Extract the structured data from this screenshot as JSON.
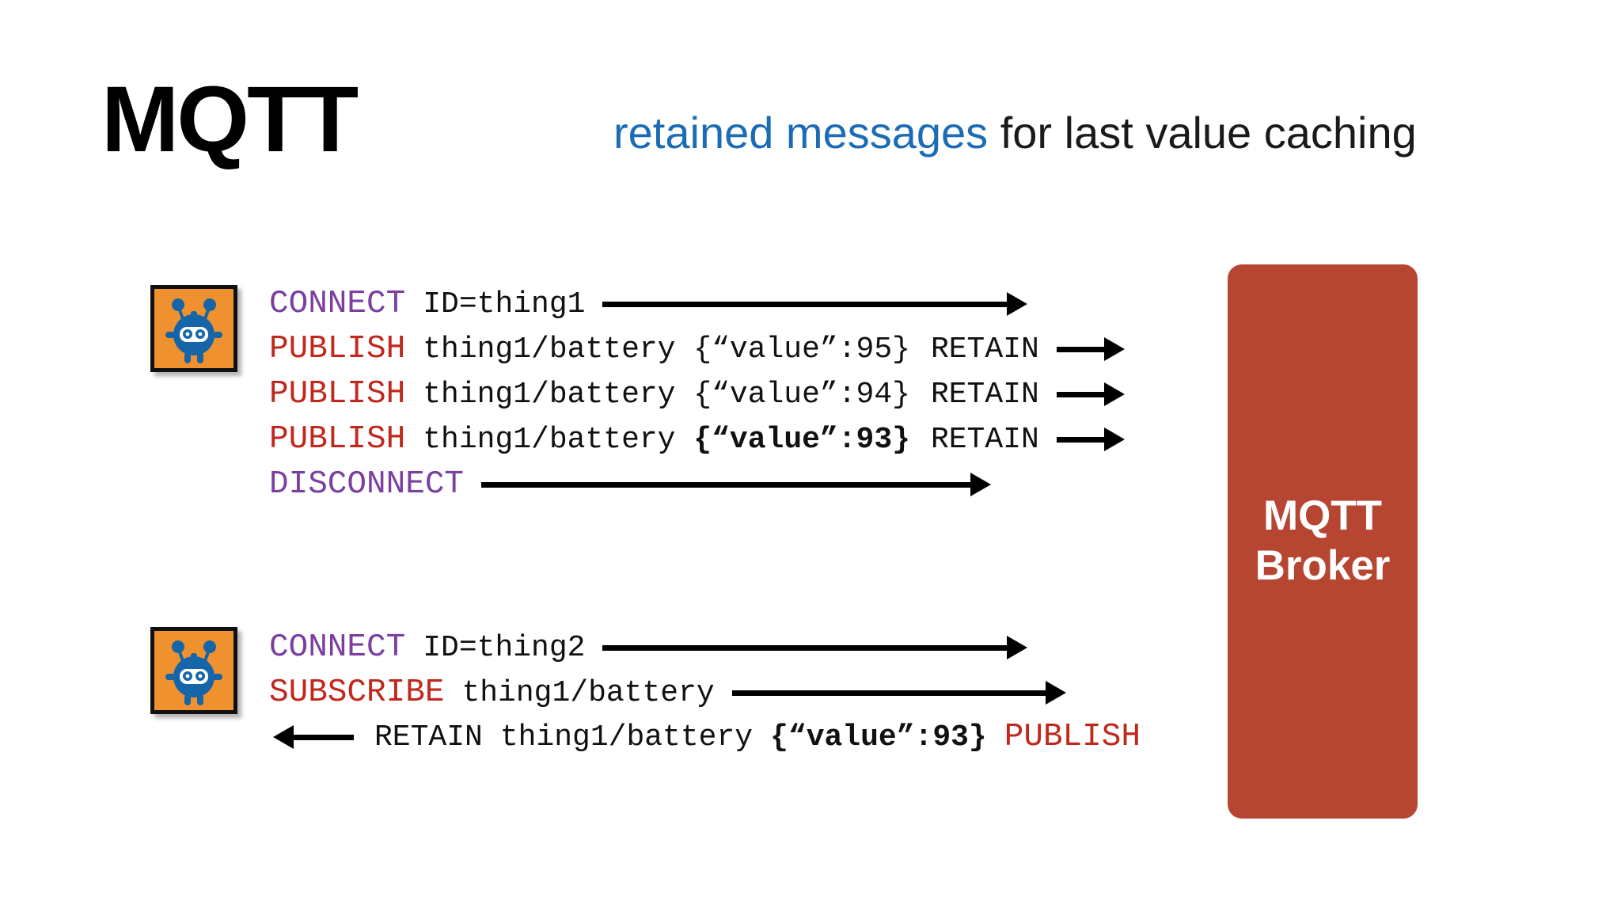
{
  "slide": {
    "title": "MQTT",
    "subtitle": {
      "highlight": "retained messages",
      "rest": " for last value caching"
    },
    "background_color": "#ffffff"
  },
  "colors": {
    "title": "#000000",
    "subtitle_highlight": "#1b6cb5",
    "subtitle_rest": "#1a1a1a",
    "verb_connect": "#7b3fa0",
    "verb_publish": "#c0281c",
    "broker_fill": "#b64632",
    "broker_text": "#ffffff",
    "device_fill": "#f0912f",
    "device_robot": "#1565a8",
    "arrow": "#000000"
  },
  "broker": {
    "line1": "MQTT",
    "line2": "Broker"
  },
  "devices": [
    {
      "name": "thing1-device",
      "icon": "robot-icon"
    },
    {
      "name": "thing2-device",
      "icon": "robot-icon"
    }
  ],
  "messages": {
    "session_one": [
      {
        "verb": "CONNECT",
        "verb_color": "#7b3fa0",
        "args": "ID=thing1",
        "retain": "",
        "direction": "to-broker",
        "arrow_length": 510
      },
      {
        "verb": "PUBLISH",
        "verb_color": "#c0281c",
        "args": "thing1/battery {“value”:95}",
        "retain": "RETAIN",
        "direction": "to-broker",
        "arrow_length": 60
      },
      {
        "verb": "PUBLISH",
        "verb_color": "#c0281c",
        "args": "thing1/battery {“value”:94}",
        "retain": "RETAIN",
        "direction": "to-broker",
        "arrow_length": 60
      },
      {
        "verb": "PUBLISH",
        "verb_color": "#c0281c",
        "args": "thing1/battery {“value”:93}",
        "args_bold": true,
        "retain": "RETAIN",
        "direction": "to-broker",
        "arrow_length": 60
      },
      {
        "verb": "DISCONNECT",
        "verb_color": "#7b3fa0",
        "args": "",
        "retain": "",
        "direction": "to-broker",
        "arrow_length": 620
      }
    ],
    "session_two": [
      {
        "verb": "CONNECT",
        "verb_color": "#7b3fa0",
        "args": "ID=thing2",
        "retain": "",
        "direction": "to-broker",
        "arrow_length": 510
      },
      {
        "verb": "SUBSCRIBE",
        "verb_color": "#c0281c",
        "args": "thing1/battery",
        "retain": "",
        "direction": "to-broker",
        "arrow_length": 400
      },
      {
        "verb": "PUBLISH",
        "verb_color": "#c0281c",
        "retain_prefix": "RETAIN",
        "args": "thing1/battery",
        "payload": "{“value”:93}",
        "direction": "from-broker",
        "arrow_length": 75
      }
    ]
  }
}
